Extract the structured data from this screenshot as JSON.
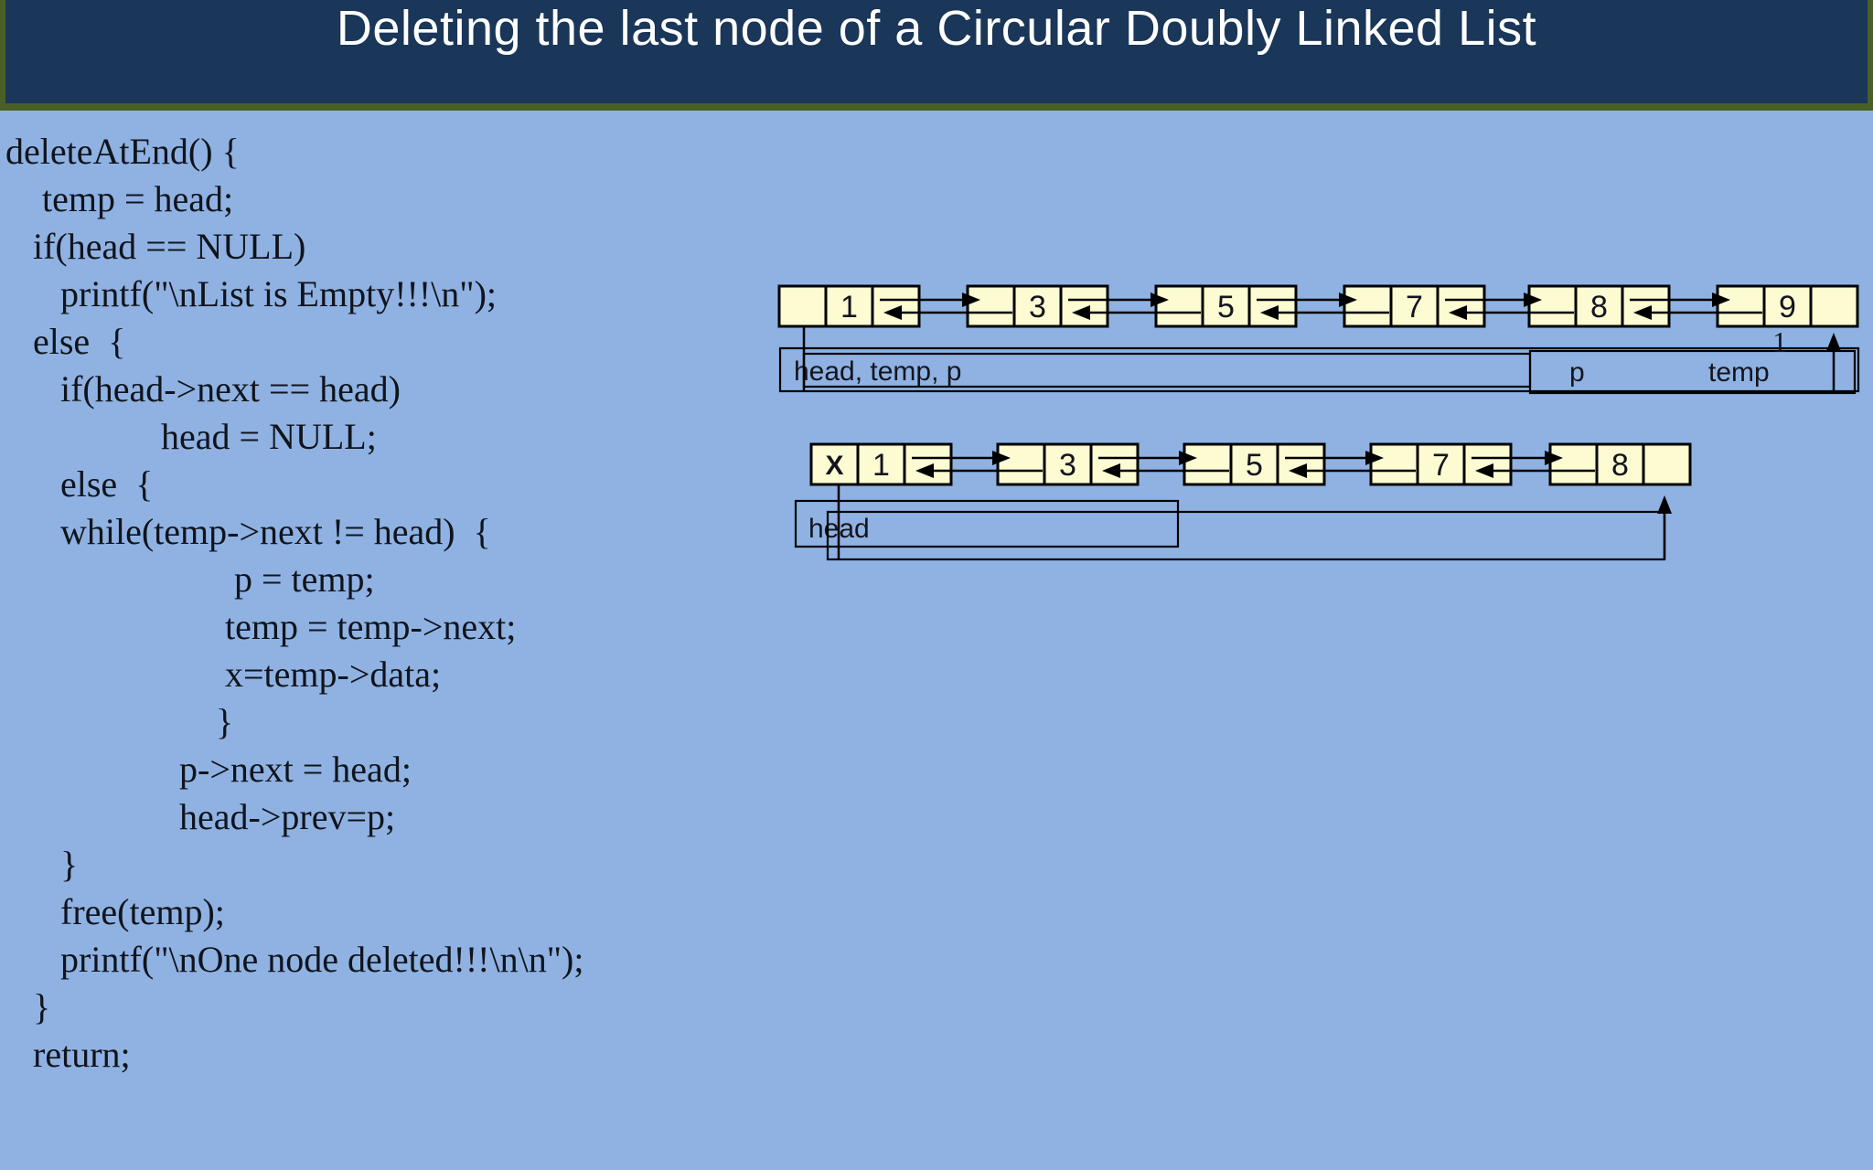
{
  "title": {
    "text": "Deleting the last node of a Circular Doubly Linked List"
  },
  "colors": {
    "background": "#8fb2e2",
    "title_bar": "#1a3658",
    "title_text": "#ffffff",
    "accent_green": "#4a5f26",
    "node_fill": "#fcfbd2",
    "stroke": "#000000",
    "code_text": "#10141c"
  },
  "code": {
    "text": "deleteAtEnd() {\n    temp = head;\n   if(head == NULL)\n      printf(\"\\nList is Empty!!!\\n\");\n   else  {\n      if(head->next == head)\n                 head = NULL;\n      else  {\n      while(temp->next != head)  {\n                         p = temp;\n                        temp = temp->next;\n                        x=temp->data;\n                       }\n                   p->next = head;\n                   head->prev=p;\n      }\n      free(temp);\n      printf(\"\\nOne node deleted!!!\\n\\n\");\n   }\n   return;"
  },
  "diagrams": [
    {
      "id": "before-delete",
      "node_values": [
        "1",
        "3",
        "5",
        "7",
        "8",
        "9"
      ],
      "labels": {
        "variables": "head, temp, p",
        "p": "p",
        "temp": "temp",
        "data_note": "1"
      }
    },
    {
      "id": "after-delete",
      "node_values": [
        "1",
        "3",
        "5",
        "7",
        "8"
      ],
      "deleted_marker": "X",
      "labels": {
        "head": "head"
      }
    }
  ]
}
